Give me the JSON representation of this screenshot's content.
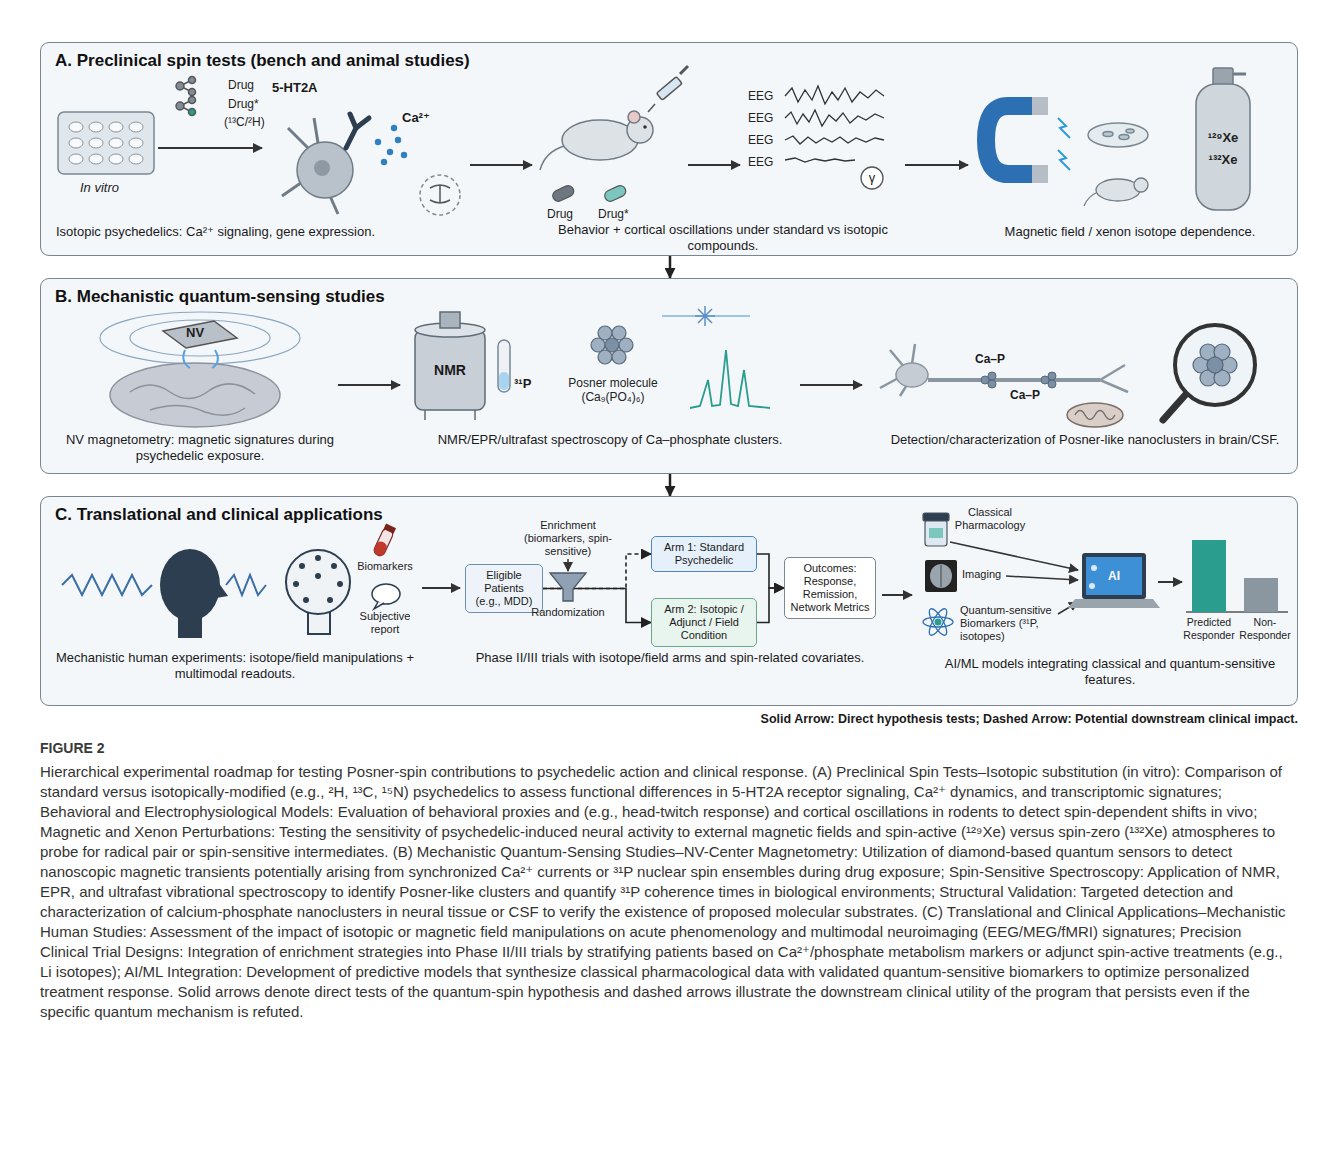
{
  "diagram": {
    "caption": "Hierarchical experimental roadmap for testing Posner-spin contributions to psychedelic action and clinical response. (A) Preclinical Spin Tests–Isotopic substitution (in vitro): Comparison of standard versus isotopically-modified (e.g., ²H, ¹³C, ¹⁵N) psychedelics to assess functional differences in 5-HT2A receptor signaling, Ca²⁺ dynamics, and transcriptomic signatures; Behavioral and Electrophysiological Models: Evaluation of behavioral proxies and (e.g., head-twitch response) and cortical oscillations in rodents to detect spin-dependent shifts in vivo; Magnetic and Xenon Perturbations: Testing the sensitivity of psychedelic-induced neural activity to external magnetic fields and spin-active (¹²⁹Xe) versus spin-zero (¹³²Xe) atmospheres to probe for radical pair or spin-sensitive intermediates. (B) Mechanistic Quantum-Sensing Studies–NV-Center Magnetometry: Utilization of diamond-based quantum sensors to detect nanoscopic magnetic transients potentially arising from synchronized Ca²⁺ currents or ³¹P nuclear spin ensembles during drug exposure; Spin-Sensitive Spectroscopy: Application of NMR, EPR, and ultrafast vibrational spectroscopy to identify Posner-like clusters and quantify ³¹P coherence times in biological environments; Structural Validation: Targeted detection and characterization of calcium-phosphate nanoclusters in neural tissue or CSF to verify the existence of proposed molecular substrates. (C) Translational and Clinical Applications–Mechanistic Human Studies: Assessment of the impact of isotopic or magnetic field manipulations on acute phenomenology and multimodal neuroimaging (EEG/MEG/fMRI) signatures; Precision Clinical Trial Designs: Integration of enrichment strategies into Phase II/III trials by stratifying patients based on Ca²⁺/phosphate metabolism markers or adjunct spin-active treatments (e.g., Li isotopes); AI/ML Integration: Development of predictive models that synthesize classical pharmacological data with validated quantum-sensitive biomarkers to optimize personalized treatment response. Solid arrows denote direct tests of the quantum-spin hypothesis and dashed arrows illustrate the downstream clinical utility of the program that persists even if the specific quantum mechanism is refuted.",
    "nodes": [
      {
        "text": [
          "A. Preclinical spin tests (bench and animal studies)"
        ]
      },
      {
        "text": [
          "B. Mechanistic quantum-sensing studies"
        ]
      },
      {
        "text": [
          "C. Translational and clinical applications"
        ]
      },
      {
        "text": [
          "Eligible Patients (e.g., MDD)"
        ],
        "in": 2
      },
      {
        "text": [
          "Arm 1: Standard Psychedelic"
        ],
        "in": 2
      },
      {
        "text": [
          "Arm 2: Isotopic / Adjunct / Field Condition"
        ],
        "in": 2
      },
      {
        "text": [
          "Outcomes: Response, Remission, Network Metrics"
        ],
        "in": 2
      }
    ],
    "edges": [
      {
        "from": 0,
        "to": 1,
        "arrow": "to"
      },
      {
        "from": 1,
        "to": 2,
        "arrow": "to"
      },
      {
        "from": 3,
        "to": 4,
        "arrow": "to"
      },
      {
        "from": 3,
        "to": 5,
        "arrow": "to"
      },
      {
        "from": 4,
        "to": 6,
        "arrow": "to"
      },
      {
        "from": 5,
        "to": 6,
        "arrow": "to"
      }
    ],
    "labels": [
      "Drug",
      "Drug*",
      "(¹³C/²H)",
      "5-HT2A",
      "Ca²⁺",
      "In vitro",
      "Isotopic psychedelics: Ca²⁺ signaling, gene expression.",
      "Drug",
      "Drug*",
      "EEG",
      "EEG",
      "EEG",
      "EEG",
      "γ",
      "Behavior + cortical oscillations under standard vs isotopic compounds.",
      "¹²⁹Xe",
      "¹³²Xe",
      "Magnetic field / xenon isotope dependence.",
      "NV",
      "NV magnetometry: magnetic signatures during psychedelic exposure.",
      "NMR",
      "³¹P",
      "Posner molecule (Ca₉(PO₄)₆)",
      "NMR/EPR/ultrafast spectroscopy of Ca–phosphate clusters.",
      "Ca–P",
      "Ca–P",
      "Detection/characterization of Posner-like nanoclusters in brain/CSF.",
      "Biomarkers",
      "Subjective report",
      "Mechanistic human experiments: isotope/field manipulations + multimodal readouts.",
      "Enrichment (biomarkers, spin-sensitive)",
      "Randomization",
      "Phase II/III trials with isotope/field arms and spin-related covariates.",
      "Classical Pharmacology",
      "Imaging",
      "Quantum-sensitive Biomarkers (³¹P, isotopes)",
      "AI",
      "Predicted Responder",
      "Non-Responder",
      "AI/ML models integrating classical and quantum-sensitive features.",
      "Solid Arrow: Direct hypothesis tests; Dashed Arrow: Potential downstream clinical impact.",
      "FIGURE 2"
    ]
  }
}
